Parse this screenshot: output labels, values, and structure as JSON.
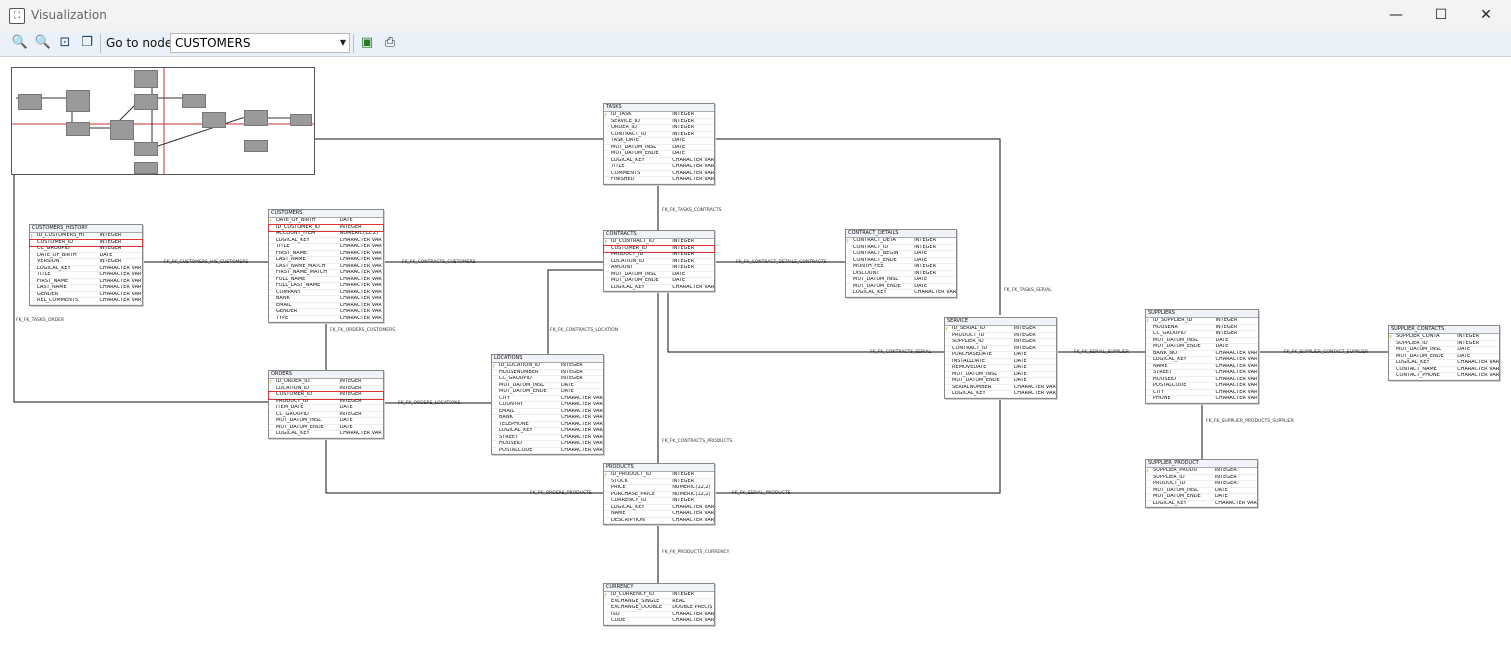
{
  "window": {
    "title": "Visualization",
    "minimize_glyph": "—",
    "maximize_glyph": "☐",
    "close_glyph": "✕"
  },
  "toolbar": {
    "icons": [
      "zoom-in-icon",
      "zoom-out-icon",
      "fit-to-window-icon",
      "layout-icon",
      "export-image-icon",
      "print-icon"
    ],
    "goto_label": "Go to node",
    "goto_value": "CUSTOMERS"
  },
  "entities": [
    {
      "name": "TASKS",
      "rows": [
        [
          "ID_TASK",
          "INTEGER"
        ],
        [
          "SERVICE_ID",
          "INTEGER"
        ],
        [
          "ORDER_ID",
          "INTEGER"
        ],
        [
          "CONTRACT_ID",
          "INTEGER"
        ],
        [
          "TASK_DATE",
          "DATE"
        ],
        [
          "MUT_DATUM_INSL",
          "DATE"
        ],
        [
          "MUT_DATUM_ENDE",
          "DATE"
        ],
        [
          "LOGICAL_KEY",
          "CHARACTER VAR"
        ],
        [
          "TITLE",
          "CHARACTER VAR"
        ],
        [
          "COMMENTS",
          "CHARACTER VAR"
        ],
        [
          "FINISHED",
          "CHARACTER VAR"
        ]
      ]
    },
    {
      "name": "CUSTOMERS_HISTORY",
      "rows": [
        [
          "ID_CUSTOMERS_HI",
          "INTEGER"
        ],
        [
          "CUSTOMER_ID",
          "INTEGER"
        ],
        [
          "CC_GROUPID",
          "INTEGER"
        ],
        [
          "DATE_OF_BIRTH",
          "DATE"
        ],
        [
          "VERSION",
          "INTEGER"
        ],
        [
          "LOGICAL_KEY",
          "CHARACTER VAR"
        ],
        [
          "TITLE",
          "CHARACTER VAR"
        ],
        [
          "FIRST_NAME",
          "CHARACTER VAR"
        ],
        [
          "LAST_NAME",
          "CHARACTER VAR"
        ],
        [
          "GENDER",
          "CHARACTER VAR"
        ],
        [
          "REL_COMMENTS",
          "CHARACTER VAR"
        ]
      ]
    },
    {
      "name": "CUSTOMERS",
      "rows": [
        [
          "DATE_OF_BIRTH",
          "DATE"
        ],
        [
          "ID_CUSTOMER_ID",
          "INTEGER"
        ],
        [
          "ACCOUNT_ITEM",
          "NUMERIC(12,2)"
        ],
        [
          "LOGICAL_KEY",
          "CHARACTER VAR"
        ],
        [
          "TITLE",
          "CHARACTER VAR"
        ],
        [
          "FIRST_NAME",
          "CHARACTER VAR"
        ],
        [
          "LAST_NAME",
          "CHARACTER VAR"
        ],
        [
          "LAST_NAME_MATCH",
          "CHARACTER VAR"
        ],
        [
          "FIRST_NAME_MATCH",
          "CHARACTER VAR"
        ],
        [
          "FULL_NAME",
          "CHARACTER VAR"
        ],
        [
          "FULL_LAST_NAME",
          "CHARACTER VAR"
        ],
        [
          "COMPANY",
          "CHARACTER VAR"
        ],
        [
          "BANK",
          "CHARACTER VAR"
        ],
        [
          "EMAIL",
          "CHARACTER VAR"
        ],
        [
          "GENDER",
          "CHARACTER VAR"
        ],
        [
          "TYPE",
          "CHARACTER VAR"
        ]
      ]
    },
    {
      "name": "CONTRACTS",
      "rows": [
        [
          "ID_CONTRACT_ID",
          "INTEGER"
        ],
        [
          "CUSTOMER_ID",
          "INTEGER"
        ],
        [
          "PRODUCT_ID",
          "INTEGER"
        ],
        [
          "LOCATION_ID",
          "INTEGER"
        ],
        [
          "AMOUNT",
          "INTEGER"
        ],
        [
          "MUT_DATUM_INSL",
          "DATE"
        ],
        [
          "MUT_DATUM_ENDE",
          "DATE"
        ],
        [
          "LOGICAL_KEY",
          "CHARACTER VAR"
        ]
      ]
    },
    {
      "name": "CONTRACT_DETAILS",
      "rows": [
        [
          "CONTRACT_DETA",
          "INTEGER"
        ],
        [
          "CONTRACT_ID",
          "INTEGER"
        ],
        [
          "CONTRACT_BEGIN",
          "DATE"
        ],
        [
          "CONTRACT_ENDE",
          "DATE"
        ],
        [
          "MONTH_FEE",
          "INTEGER"
        ],
        [
          "DISCOUNT",
          "INTEGER"
        ],
        [
          "MUT_DATUM_INSL",
          "DATE"
        ],
        [
          "MUT_DATUM_ENDE",
          "DATE"
        ],
        [
          "LOGICAL_KEY",
          "CHARACTER VAR"
        ]
      ]
    },
    {
      "name": "ORDERS",
      "rows": [
        [
          "ID_ORDER_ID",
          "INTEGER"
        ],
        [
          "LOCATION_ID",
          "INTEGER"
        ],
        [
          "CUSTOMER_ID",
          "INTEGER"
        ],
        [
          "PRODUCT_ID",
          "INTEGER"
        ],
        [
          "ITEM_DATE",
          "DATE"
        ],
        [
          "CC_GROUPID",
          "INTEGER"
        ],
        [
          "MUT_DATUM_INSL",
          "DATE"
        ],
        [
          "MUT_DATUM_ENDE",
          "DATE"
        ],
        [
          "LOGICAL_KEY",
          "CHARACTER VAR"
        ]
      ]
    },
    {
      "name": "LOCATIONS",
      "rows": [
        [
          "ID_LOCATION_ID",
          "INTEGER"
        ],
        [
          "HOUSENUMBER",
          "INTEGER"
        ],
        [
          "CC_GROUPID",
          "INTEGER"
        ],
        [
          "MUT_DATUM_INSL",
          "DATE"
        ],
        [
          "MUT_DATUM_ENDE",
          "DATE"
        ],
        [
          "CITY",
          "CHARACTER VAR"
        ],
        [
          "COUNTRY",
          "CHARACTER VAR"
        ],
        [
          "EMAIL",
          "CHARACTER VAR"
        ],
        [
          "BANK",
          "CHARACTER VAR"
        ],
        [
          "TELEPHONE",
          "CHARACTER VAR"
        ],
        [
          "LOGICAL_KEY",
          "CHARACTER VAR"
        ],
        [
          "STREET",
          "CHARACTER VAR"
        ],
        [
          "HOUSEID",
          "CHARACTER VAR"
        ],
        [
          "POSTALCODE",
          "CHARACTER VAR"
        ]
      ]
    },
    {
      "name": "SERVICE",
      "rows": [
        [
          "ID_SERIAL_ID",
          "INTEGER"
        ],
        [
          "PRODUCT_ID",
          "INTEGER"
        ],
        [
          "SUPPLIER_ID",
          "INTEGER"
        ],
        [
          "CONTRACT_ID",
          "INTEGER"
        ],
        [
          "PURCHASEDATE",
          "DATE"
        ],
        [
          "INSTALLDATE",
          "DATE"
        ],
        [
          "REMOVEDATE",
          "DATE"
        ],
        [
          "MUT_DATUM_INSL",
          "DATE"
        ],
        [
          "MUT_DATUM_ENDE",
          "DATE"
        ],
        [
          "SERIALNUMBER",
          "CHARACTER VAR"
        ],
        [
          "LOGICAL_KEY",
          "CHARACTER VAR"
        ]
      ]
    },
    {
      "name": "SUPPLIERS",
      "rows": [
        [
          "ID_SUPPLIER_ID",
          "INTEGER"
        ],
        [
          "HOUSENR",
          "INTEGER"
        ],
        [
          "CC_GROUPID",
          "INTEGER"
        ],
        [
          "MUT_DATUM_INSL",
          "DATE"
        ],
        [
          "MUT_DATUM_ENDE",
          "DATE"
        ],
        [
          "BANK_NO",
          "CHARACTER VAR"
        ],
        [
          "LOGICAL_KEY",
          "CHARACTER VAR"
        ],
        [
          "NAME",
          "CHARACTER VAR"
        ],
        [
          "STREET",
          "CHARACTER VAR"
        ],
        [
          "HOUSEID",
          "CHARACTER VAR"
        ],
        [
          "POSTALCODE",
          "CHARACTER VAR"
        ],
        [
          "CITY",
          "CHARACTER VAR"
        ],
        [
          "PHONE",
          "CHARACTER VAR"
        ]
      ]
    },
    {
      "name": "SUPPLIER_CONTACTS",
      "rows": [
        [
          "SUPPLIER_CONTA",
          "INTEGER"
        ],
        [
          "SUPPLIER_ID",
          "INTEGER"
        ],
        [
          "MUT_DATUM_INSL",
          "DATE"
        ],
        [
          "MUT_DATUM_ENDE",
          "DATE"
        ],
        [
          "LOGICAL_KEY",
          "CHARACTER VAR"
        ],
        [
          "CONTACT_NAME",
          "CHARACTER VAR"
        ],
        [
          "CONTACT_PHONE",
          "CHARACTER VAR"
        ]
      ]
    },
    {
      "name": "PRODUCTS",
      "rows": [
        [
          "ID_PRODUCT_ID",
          "INTEGER"
        ],
        [
          "STOCK",
          "INTEGER"
        ],
        [
          "PRICE",
          "NUMERIC(12,2)"
        ],
        [
          "PURCHASE_PRICE",
          "NUMERIC(12,2)"
        ],
        [
          "CURRENCY_ID",
          "INTEGER"
        ],
        [
          "LOGICAL_KEY",
          "CHARACTER VAR"
        ],
        [
          "NAME",
          "CHARACTER VAR"
        ],
        [
          "DESCRIPTION",
          "CHARACTER VAR"
        ]
      ]
    },
    {
      "name": "SUPPLIER_PRODUCT",
      "rows": [
        [
          "SUPPLIER_PRODU",
          "INTEGER"
        ],
        [
          "SUPPLIER_ID",
          "INTEGER"
        ],
        [
          "PRODUCT_ID",
          "INTEGER"
        ],
        [
          "MUT_DATUM_INSL",
          "DATE"
        ],
        [
          "MUT_DATUM_ENDE",
          "DATE"
        ],
        [
          "LOGICAL_KEY",
          "CHARACTER VAR"
        ]
      ]
    },
    {
      "name": "CURRENCY",
      "rows": [
        [
          "ID_CURRENCY_ID",
          "INTEGER"
        ],
        [
          "EXCHANGE_SINGLE",
          "REAL"
        ],
        [
          "EXCHANGE_DOUBLE",
          "DOUBLE PRECIS"
        ],
        [
          "ISO",
          "CHARACTER VAR"
        ],
        [
          "CODE",
          "CHARACTER VAR"
        ]
      ]
    }
  ],
  "relations": [
    "FK_FK_TASKS_CONTRACTS",
    "FK_FK_CUSTOMERS_HIS_CUSTOMERS",
    "FK_FK_CONTRACTS_CUSTOMERS",
    "FK_FK_CONTRACT_DETAILS_CONTRACTS",
    "FK_FK_TASKS_SERIAL",
    "FK_FK_TASKS_ORDER",
    "FK_FK_ORDERS_CUSTOMERS",
    "FK_FK_CONTRACTS_LOCATION",
    "FK_FK_CONTRACTS_SERIAL",
    "FK_FK_SERIAL_SUPPLIER",
    "FK_FK_SUPPLIER_CONTACT_SUPPLIER",
    "FK_FK_ORDERS_LOCATIONS",
    "FK_FK_CONTRACTS_PRODUCTS",
    "FK_FK_SUPPLIER_PRODUCTS_SUPPLIER",
    "FK_FK_ORDERS_PRODUCTS",
    "FK_FK_SERIAL_PRODUCTS",
    "FK_FK_PRODUCTS_CURRENCY"
  ],
  "colors": {
    "highlight": "#d33333",
    "toolbar_bg": "#eaf1f8"
  }
}
